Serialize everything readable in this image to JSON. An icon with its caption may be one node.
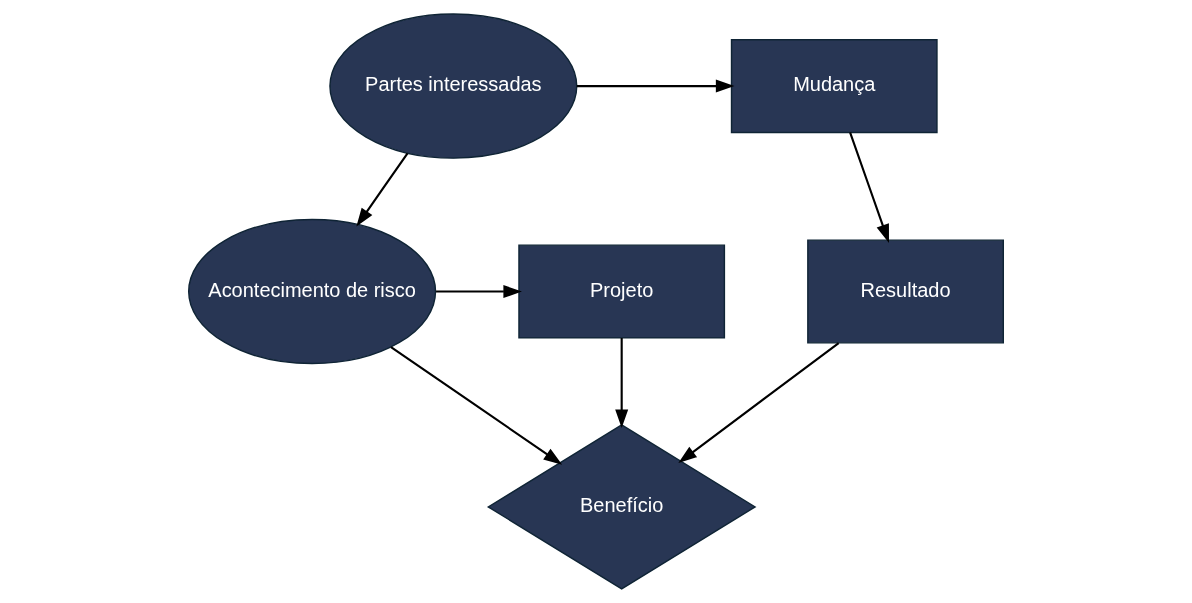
{
  "diagram": {
    "nodes": [
      {
        "text": [
          "Partes interessadas"
        ]
      },
      {
        "text": [
          "Mudança"
        ]
      },
      {
        "text": [
          "Acontecimento de risco"
        ]
      },
      {
        "text": [
          "Projeto"
        ]
      },
      {
        "text": [
          "Resultado"
        ]
      },
      {
        "text": [
          "Benefício"
        ]
      }
    ],
    "edges": [
      {
        "from": 0,
        "to": 1,
        "arrow": "to"
      },
      {
        "from": 0,
        "to": 2,
        "arrow": "to"
      },
      {
        "from": 1,
        "to": 4,
        "arrow": "to"
      },
      {
        "from": 2,
        "to": 3,
        "arrow": "to"
      },
      {
        "from": 2,
        "to": 5,
        "arrow": "to"
      },
      {
        "from": 3,
        "to": 5,
        "arrow": "to"
      },
      {
        "from": 4,
        "to": 5,
        "arrow": "to"
      }
    ]
  }
}
